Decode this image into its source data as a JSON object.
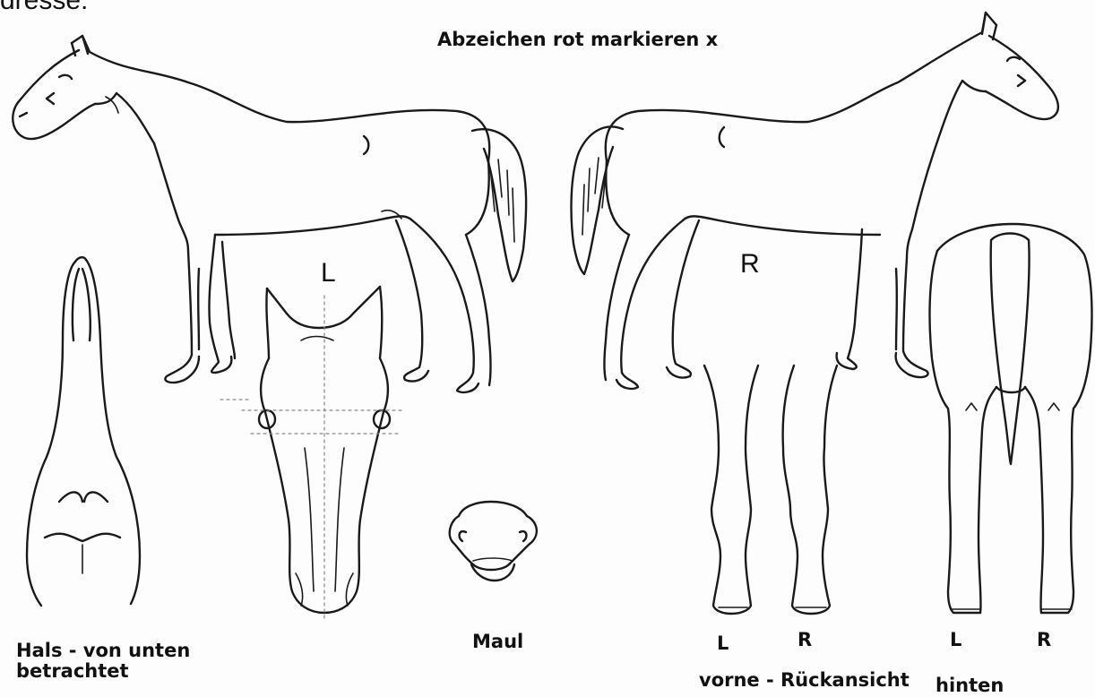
{
  "header_fragment": "dresse:",
  "instruction": "Abzeichen rot markieren x",
  "side_left_label": "L",
  "side_right_label": "R",
  "neck_caption_line1": "Hals - von unten",
  "neck_caption_line2": "betrachtet",
  "muzzle_caption": "Maul",
  "front_left_label": "L",
  "front_right_label": "R",
  "front_caption": "vorne - Rückansicht",
  "hind_left_label": "L",
  "hind_right_label": "R",
  "hind_caption": "hinten"
}
